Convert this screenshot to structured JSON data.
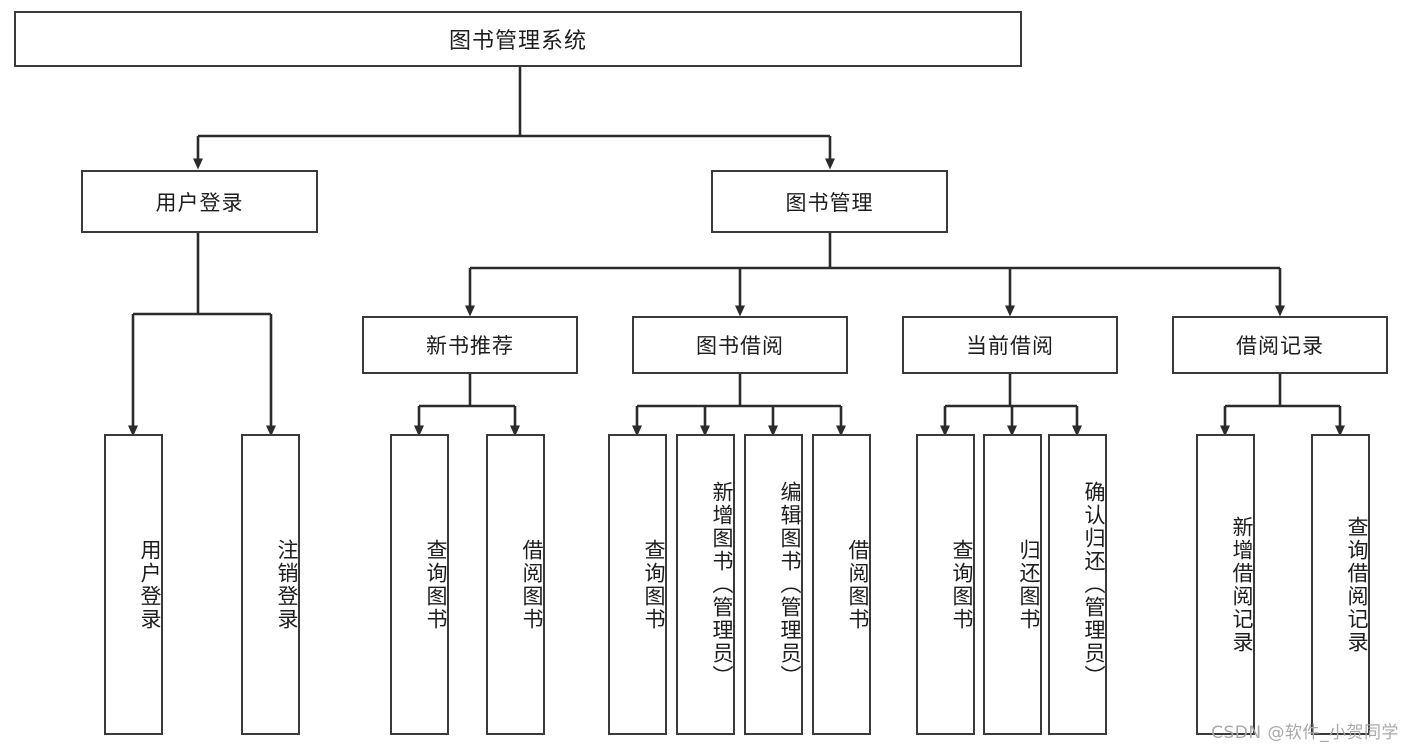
{
  "diagram": {
    "title": "图书管理系统",
    "type": "tree",
    "root": {
      "label": "图书管理系统"
    },
    "level1": [
      {
        "label": "用户登录"
      },
      {
        "label": "图书管理"
      }
    ],
    "level2": [
      {
        "label": "新书推荐",
        "parent": "图书管理"
      },
      {
        "label": "图书借阅",
        "parent": "图书管理"
      },
      {
        "label": "当前借阅",
        "parent": "图书管理"
      },
      {
        "label": "借阅记录",
        "parent": "图书管理"
      }
    ],
    "leaves": [
      {
        "label": "用户登录",
        "parent": "用户登录"
      },
      {
        "label": "注销登录",
        "parent": "用户登录"
      },
      {
        "label": "查询图书",
        "parent": "新书推荐"
      },
      {
        "label": "借阅图书",
        "parent": "新书推荐"
      },
      {
        "label": "查询图书",
        "parent": "图书借阅"
      },
      {
        "label": "新增图书（管理员）",
        "parent": "图书借阅"
      },
      {
        "label": "编辑图书（管理员）",
        "parent": "图书借阅"
      },
      {
        "label": "借阅图书",
        "parent": "图书借阅"
      },
      {
        "label": "查询图书",
        "parent": "当前借阅"
      },
      {
        "label": "归还图书",
        "parent": "当前借阅"
      },
      {
        "label": "确认归还（管理员）",
        "parent": "当前借阅"
      },
      {
        "label": "新增借阅记录",
        "parent": "借阅记录"
      },
      {
        "label": "查询借阅记录",
        "parent": "借阅记录"
      }
    ],
    "colors": {
      "box_border": "#3a3a3a",
      "box_fill": "#ffffff",
      "connector": "#2b2b2b",
      "text": "#1d1d1d",
      "watermark": "#a9a9a9"
    }
  },
  "watermark": {
    "text": "CSDN @软件_小贺同学"
  }
}
